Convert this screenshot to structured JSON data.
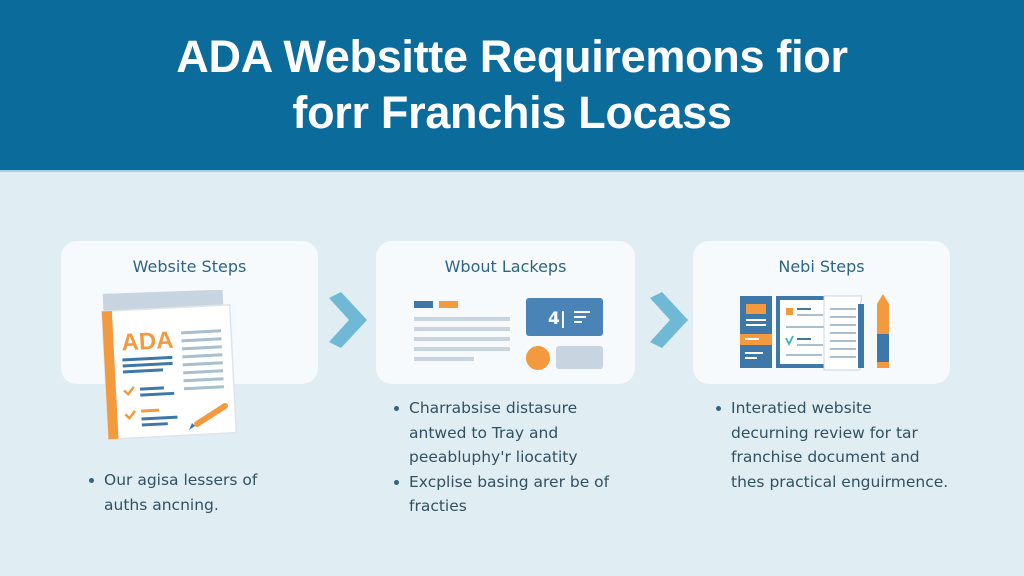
{
  "header": {
    "title_line1": "ADA Websitte Requiremons fior",
    "title_line2": "forr Franchis Locass",
    "background": "#0b6c9c"
  },
  "steps": [
    {
      "title": "Website Steps",
      "illustration": "ada-checklist-document-icon",
      "illustration_text": "ADA",
      "bullets": [
        "Our agisa lessers of auths ancning."
      ]
    },
    {
      "title": "Wbout Lackeps",
      "illustration": "website-layout-icon",
      "illustration_text": "4|",
      "bullets": [
        "Charrabsise distasure antwed to Tray and peeabluphy'r liocatity",
        "Excplise basing arer be of fracties"
      ]
    },
    {
      "title": "Nebi Steps",
      "illustration": "document-review-icon",
      "bullets": [
        "Interatied website decurning review for tar franchise document and thes practical enguirmence."
      ]
    }
  ],
  "connectors": [
    "chevron-right-icon",
    "chevron-right-icon"
  ],
  "colors": {
    "accent_orange": "#f39a3e",
    "accent_blue": "#3d78a8",
    "chevron": "#6fb9d6",
    "text": "#33505f"
  }
}
